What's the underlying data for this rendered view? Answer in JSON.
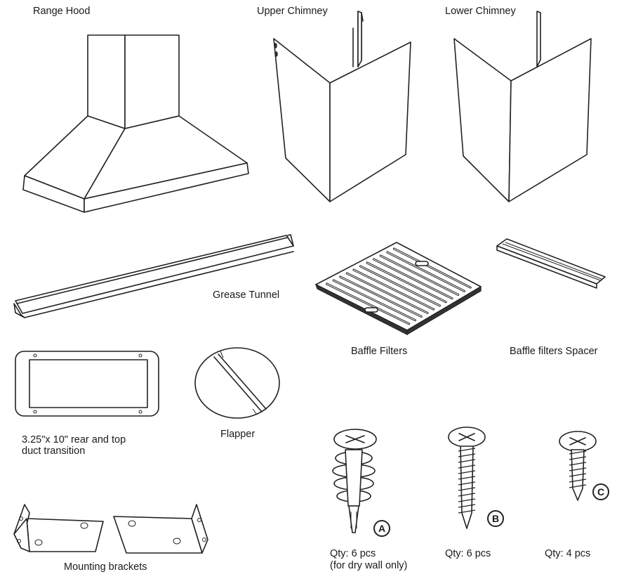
{
  "parts": {
    "range_hood": "Range Hood",
    "upper_chimney": "Upper Chimney",
    "lower_chimney": "Lower Chimney",
    "grease_tunnel": "Grease Tunnel",
    "baffle_filters": "Baffle Filters",
    "baffle_filters_spacer": "Baffle filters Spacer",
    "duct_transition_line1": "3.25\"x 10\" rear and top",
    "duct_transition_line2": "duct transition",
    "flapper": "Flapper",
    "mounting_brackets": "Mounting brackets"
  },
  "screws": {
    "a": {
      "letter": "A",
      "qty": "Qty: 6 pcs",
      "note": "(for dry wall only)",
      "icon": "drywall-anchor-icon"
    },
    "b": {
      "letter": "B",
      "qty": "Qty: 6 pcs",
      "icon": "long-screw-icon"
    },
    "c": {
      "letter": "C",
      "qty": "Qty: 4 pcs",
      "icon": "short-screw-icon"
    }
  }
}
